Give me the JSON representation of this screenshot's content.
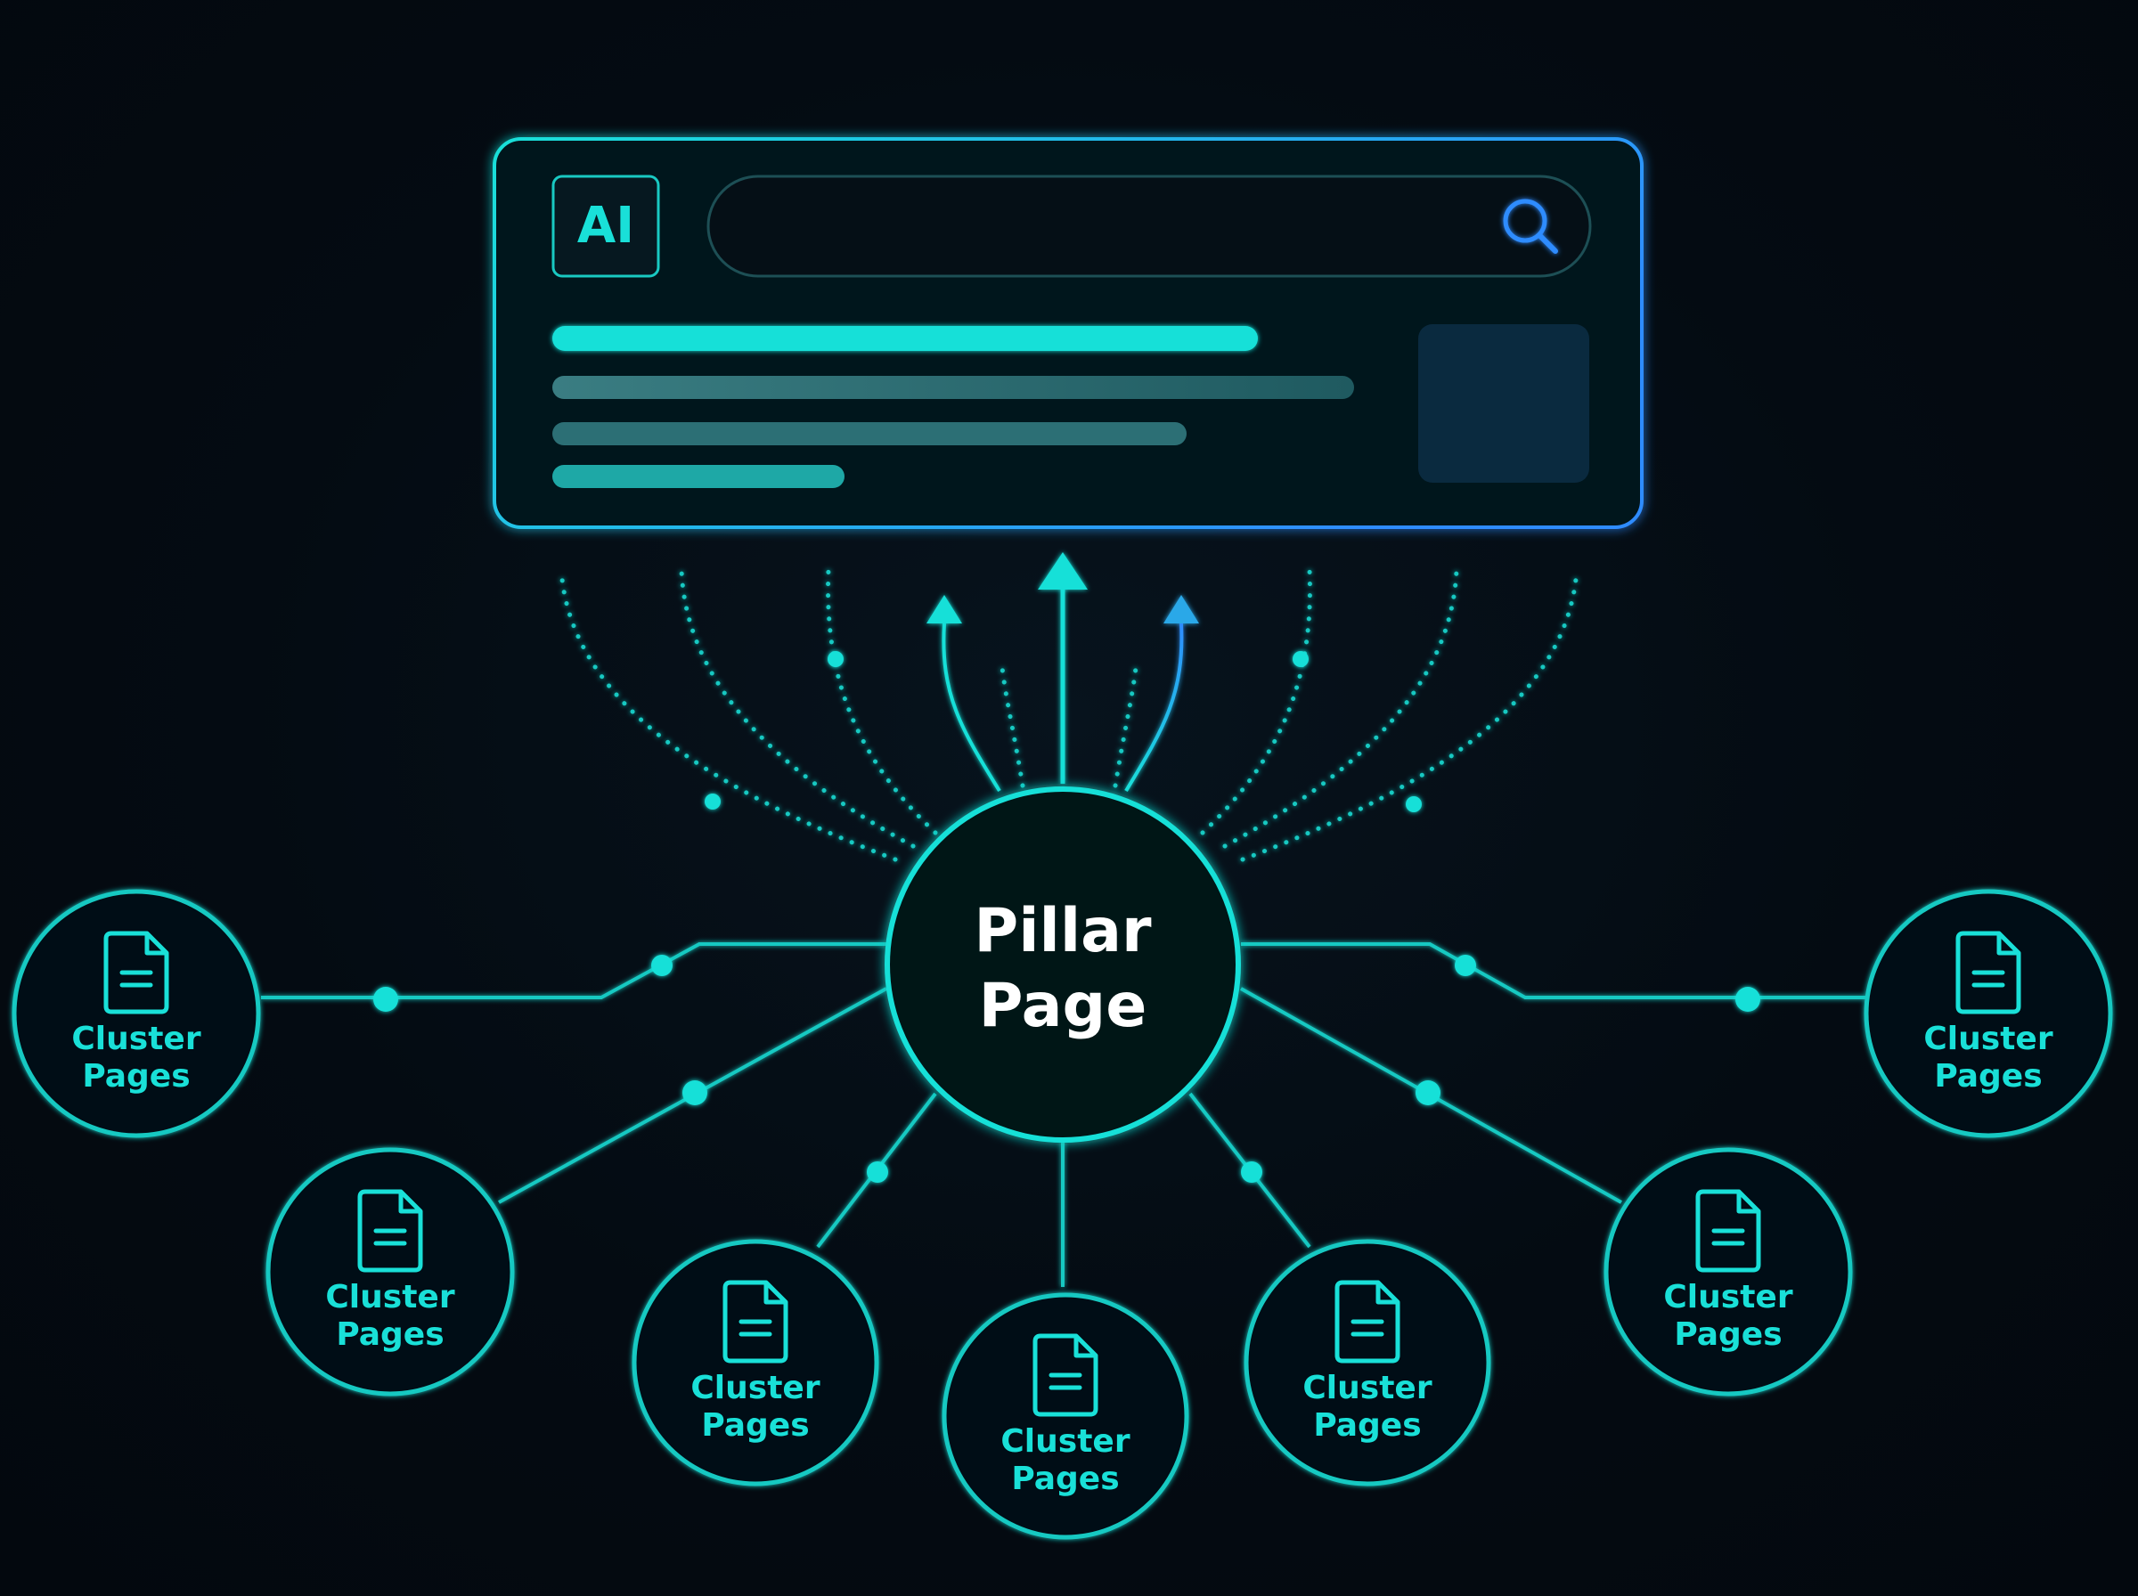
{
  "colors": {
    "background": "#040b12",
    "accent": "#19e0d8",
    "accent_dim": "#1aa9a4",
    "blue": "#2f8cff",
    "panel": "#06141d",
    "thumbnail": "#0a2a3f"
  },
  "search_card": {
    "badge_label": "AI",
    "search_icon": "search-icon"
  },
  "pillar": {
    "line1": "Pillar",
    "line2": "Page"
  },
  "clusters": [
    {
      "icon": "document-icon",
      "line1": "Cluster",
      "line2": "Pages"
    },
    {
      "icon": "document-icon",
      "line1": "Cluster",
      "line2": "Pages"
    },
    {
      "icon": "document-icon",
      "line1": "Cluster",
      "line2": "Pages"
    },
    {
      "icon": "document-icon",
      "line1": "Cluster",
      "line2": "Pages"
    },
    {
      "icon": "document-icon",
      "line1": "Cluster",
      "line2": "Pages"
    },
    {
      "icon": "document-icon",
      "line1": "Cluster",
      "line2": "Pages"
    },
    {
      "icon": "document-icon",
      "line1": "Cluster",
      "line2": "Pages"
    }
  ]
}
